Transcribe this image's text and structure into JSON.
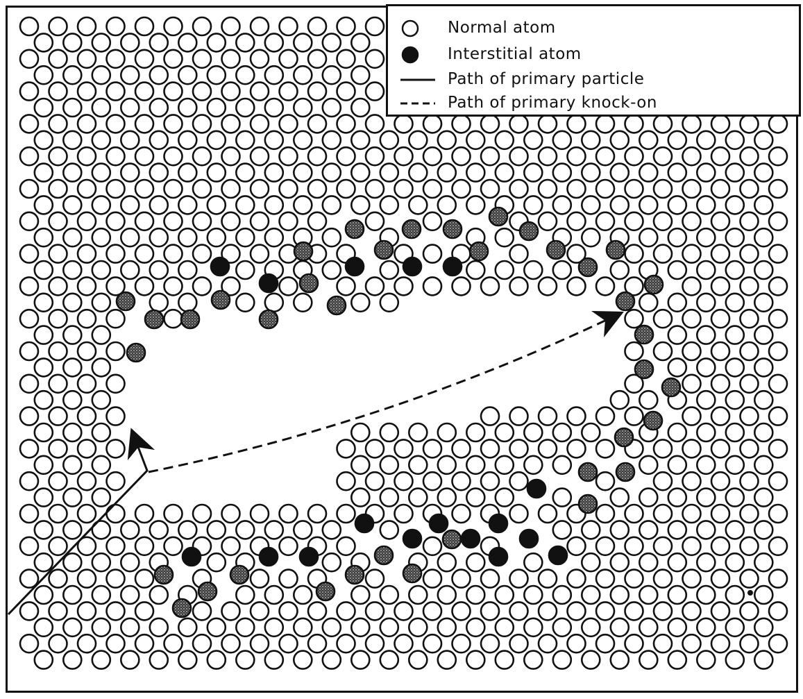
{
  "legend": {
    "items": [
      {
        "symbol": "open-circle",
        "label": "Normal atom"
      },
      {
        "symbol": "filled-circle",
        "label": "Interstitial atom"
      },
      {
        "symbol": "solid-line",
        "label": "Path of primary particle"
      },
      {
        "symbol": "dashed-line",
        "label": "Path of primary knock-on"
      }
    ]
  },
  "colors": {
    "ink": "#111111",
    "stippled_fill": "#555555",
    "interstitial_fill": "#111111",
    "background": "#ffffff"
  },
  "lattice": {
    "columns": 27,
    "rows": 40,
    "arrangement": "triangular"
  },
  "paths": {
    "primary_particle": "solid arrow entering from lower-left",
    "primary_knock_on": "dashed curve from the deflection point toward the upper-right cascade"
  },
  "cascades": [
    {
      "name": "upper-cascade"
    },
    {
      "name": "right-cascade"
    },
    {
      "name": "lower-cascade"
    }
  ]
}
